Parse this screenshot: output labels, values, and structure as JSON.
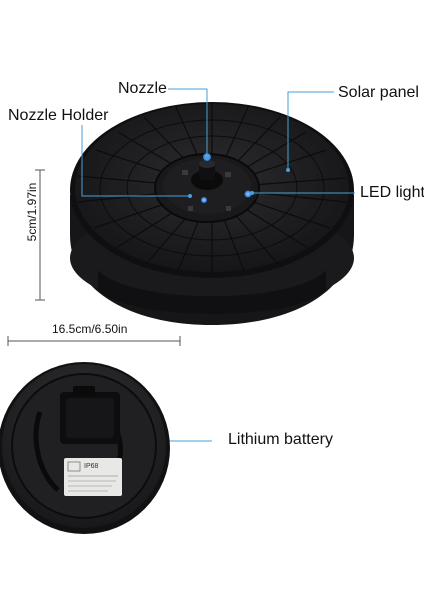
{
  "product": {
    "labels": {
      "nozzle": "Nozzle",
      "solar_panel": "Solar panel",
      "nozzle_holder": "Nozzle Holder",
      "led_light": "LED light",
      "lithium_battery": "Lithium battery"
    },
    "dimensions": {
      "height": "5cm/1.97in",
      "diameter": "16.5cm/6.50in"
    },
    "battery_label": {
      "ip_rating": "IP68"
    }
  },
  "colors": {
    "callout_line": "#4a9fd8",
    "body": "#1b1b1d",
    "panel_cell": "#26262a",
    "led": "#2d8ff0"
  }
}
